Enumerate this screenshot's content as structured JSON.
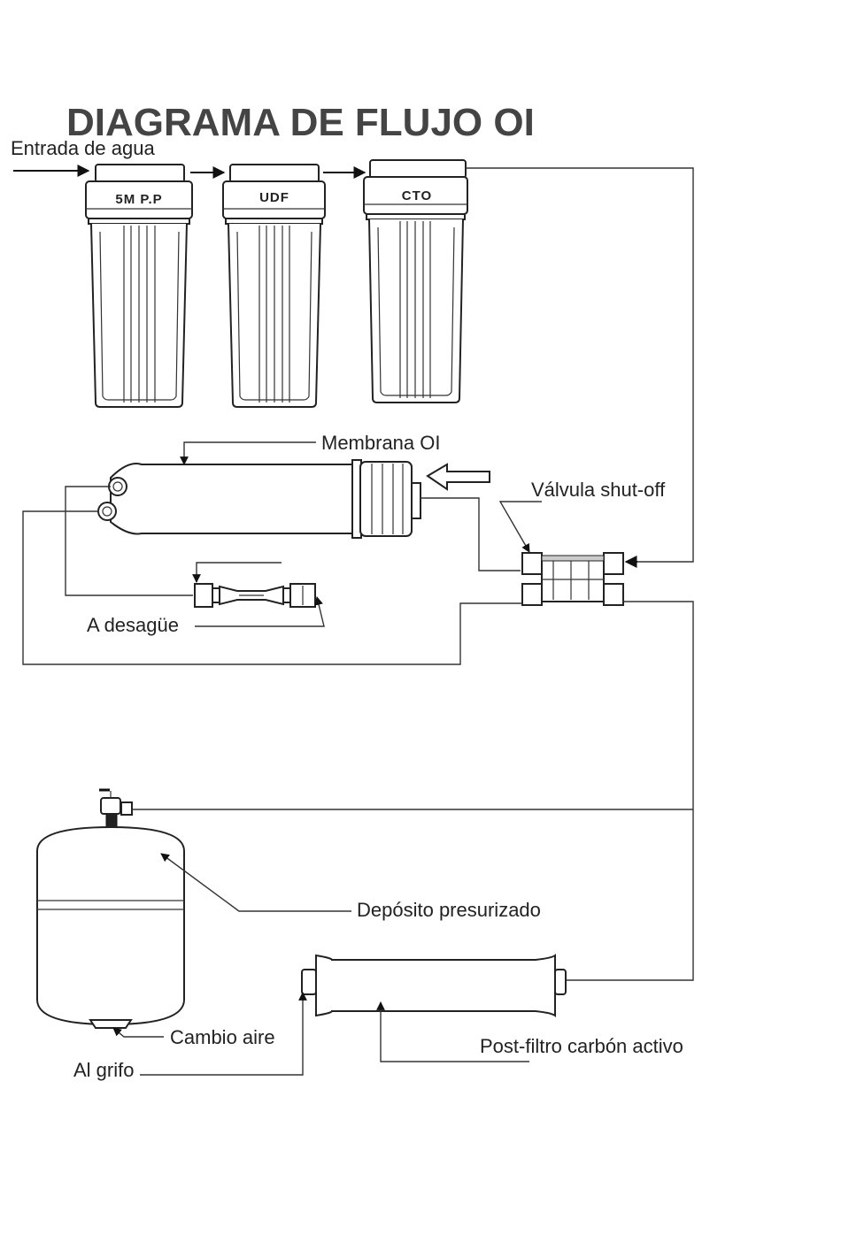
{
  "title": "DIAGRAMA DE FLUJO OI",
  "labels": {
    "inlet": "Entrada de agua",
    "membrane": "Membrana OI",
    "shutoff_valve": "Válvula shut-off",
    "drain": "A desagüe",
    "tank": "Depósito presurizado",
    "air_change": "Cambio aire",
    "faucet": "Al grifo",
    "post_filter": "Post-filtro carbón activo"
  },
  "filters": [
    {
      "cap_label": "5M P.P"
    },
    {
      "cap_label": "UDF"
    },
    {
      "cap_label": "CTO"
    }
  ]
}
